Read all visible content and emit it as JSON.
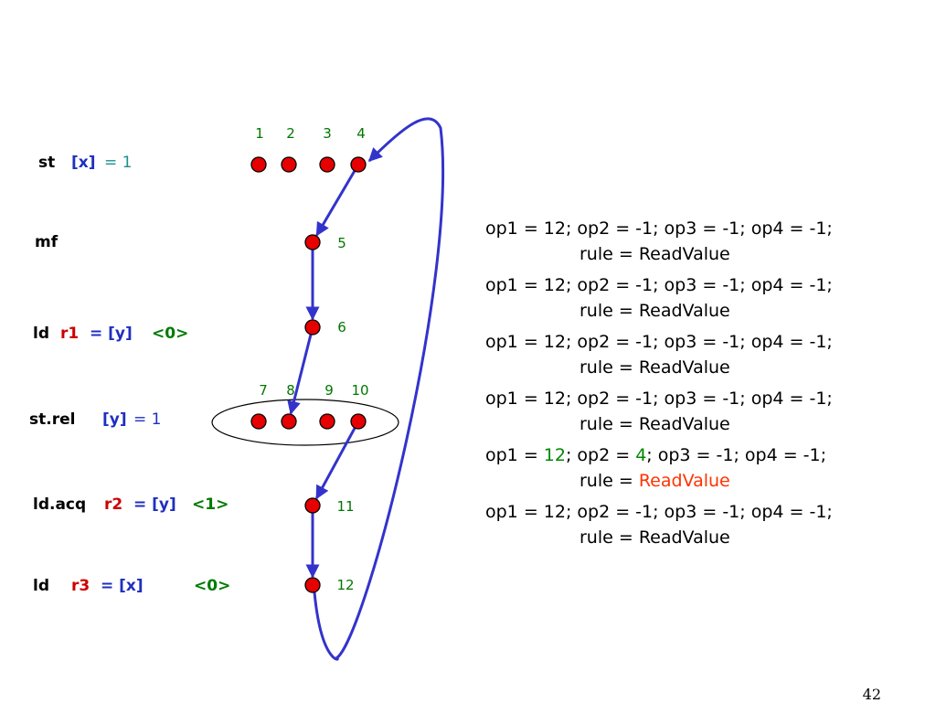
{
  "instructions": [
    {
      "tokens": [
        {
          "text": "st",
          "color": "black"
        },
        {
          "text": "[x]",
          "color": "blue"
        },
        {
          "text": "= 1",
          "color": "teal"
        }
      ]
    },
    {
      "tokens": [
        {
          "text": "mf",
          "color": "black"
        }
      ]
    },
    {
      "tokens": [
        {
          "text": "ld",
          "color": "black"
        },
        {
          "text": "r1",
          "color": "red"
        },
        {
          "text": "= [y]",
          "color": "blue"
        },
        {
          "text": "<0>",
          "color": "green"
        }
      ]
    },
    {
      "tokens": [
        {
          "text": "st.rel",
          "color": "black"
        },
        {
          "text": "[y]",
          "color": "blue"
        },
        {
          "text": "= 1",
          "color": "blue"
        }
      ]
    },
    {
      "tokens": [
        {
          "text": "ld.acq",
          "color": "black"
        },
        {
          "text": "r2",
          "color": "red"
        },
        {
          "text": "= [y]",
          "color": "blue"
        },
        {
          "text": "<1>",
          "color": "green"
        }
      ]
    },
    {
      "tokens": [
        {
          "text": "ld",
          "color": "black"
        },
        {
          "text": "r3",
          "color": "red"
        },
        {
          "text": "= [x]",
          "color": "blue"
        },
        {
          "text": "<0>",
          "color": "green"
        }
      ]
    }
  ],
  "nodes": [
    {
      "id": "1",
      "label": "1"
    },
    {
      "id": "2",
      "label": "2"
    },
    {
      "id": "3",
      "label": "3"
    },
    {
      "id": "4",
      "label": "4"
    },
    {
      "id": "5",
      "label": "5"
    },
    {
      "id": "6",
      "label": "6"
    },
    {
      "id": "7",
      "label": "7"
    },
    {
      "id": "8",
      "label": "8"
    },
    {
      "id": "9",
      "label": "9"
    },
    {
      "id": "10",
      "label": "10"
    },
    {
      "id": "11",
      "label": "11"
    },
    {
      "id": "12",
      "label": "12"
    }
  ],
  "edges": [
    {
      "from": "4",
      "to": "5"
    },
    {
      "from": "5",
      "to": "6"
    },
    {
      "from": "6",
      "to": "8"
    },
    {
      "from": "10",
      "to": "11"
    },
    {
      "from": "11",
      "to": "12"
    },
    {
      "from": "12",
      "to": "4",
      "style": "loop"
    }
  ],
  "highlight_group": [
    "7",
    "8",
    "9",
    "10"
  ],
  "colors": {
    "node_fill": "#e60000",
    "node_stroke": "#000000",
    "arrow": "#3333cc",
    "node_label": "#007700",
    "op_green": "#008800",
    "op_red": "#ff3300"
  },
  "operations": [
    {
      "line1": [
        {
          "text": "op1 = 12; op2 = -1; op3 = -1; op4 = -1;"
        }
      ],
      "line2": [
        {
          "text": "rule = ReadValue"
        }
      ]
    },
    {
      "line1": [
        {
          "text": "op1 = 12; op2 = -1; op3 = -1; op4 = -1;"
        }
      ],
      "line2": [
        {
          "text": "rule = ReadValue"
        }
      ]
    },
    {
      "line1": [
        {
          "text": "op1 = 12; op2 = -1; op3 = -1; op4 = -1;"
        }
      ],
      "line2": [
        {
          "text": "rule = ReadValue"
        }
      ]
    },
    {
      "line1": [
        {
          "text": "op1 = 12; op2 = -1; op3 = -1; op4 = -1;"
        }
      ],
      "line2": [
        {
          "text": "rule = ReadValue"
        }
      ]
    },
    {
      "line1": [
        {
          "text": "op1 = "
        },
        {
          "text": "12",
          "hl": "green"
        },
        {
          "text": "; op2 = "
        },
        {
          "text": "4",
          "hl": "green"
        },
        {
          "text": "; op3 = -1; op4 = -1;"
        }
      ],
      "line2": [
        {
          "text": "rule = "
        },
        {
          "text": "ReadValue",
          "hl": "red"
        }
      ]
    },
    {
      "line1": [
        {
          "text": "op1 = 12; op2 = -1; op3 = -1; op4 = -1;"
        }
      ],
      "line2": [
        {
          "text": "rule = ReadValue"
        }
      ]
    }
  ],
  "page_number": "42"
}
